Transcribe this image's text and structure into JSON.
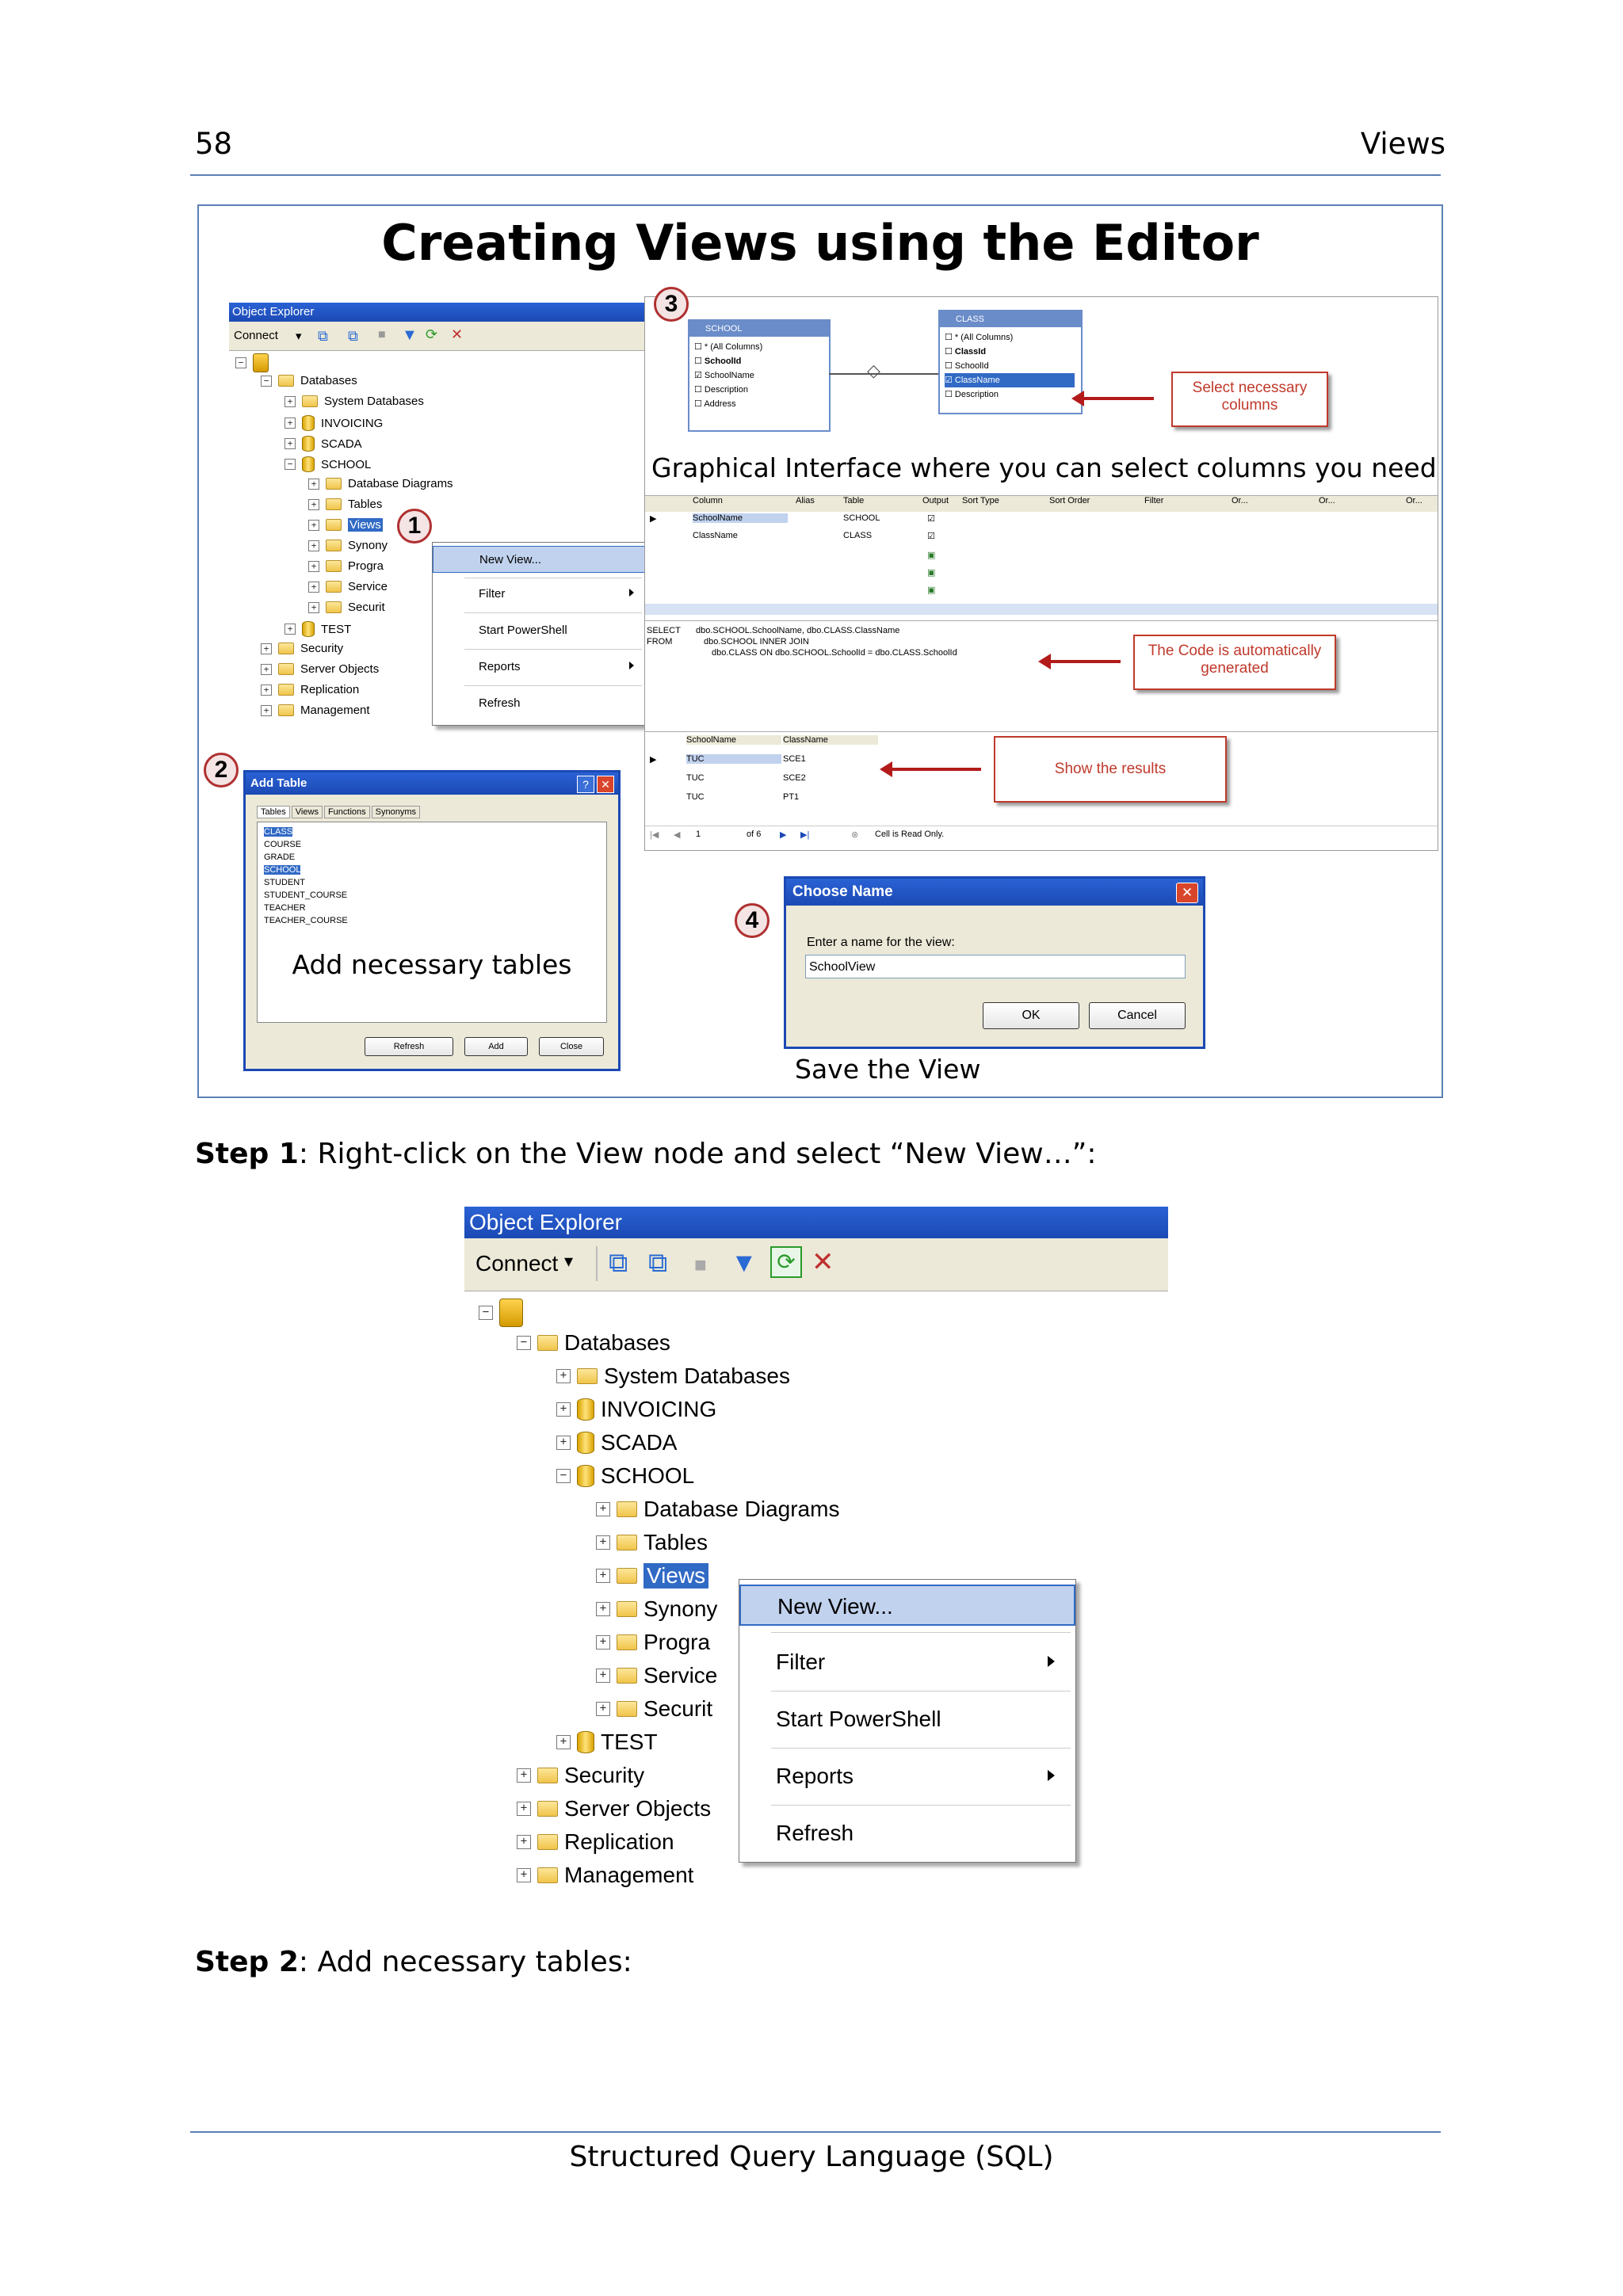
{
  "header": {
    "page_number": "58",
    "section": "Views"
  },
  "figure": {
    "title": "Creating Views using the Editor",
    "badges": [
      "1",
      "2",
      "3",
      "4"
    ],
    "object_explorer": {
      "title": "Object Explorer",
      "connect_label": "Connect",
      "tree": {
        "databases": "Databases",
        "system_databases": "System Databases",
        "invoicing": "INVOICING",
        "scada": "SCADA",
        "school": "SCHOOL",
        "database_diagrams": "Database Diagrams",
        "tables": "Tables",
        "views": "Views",
        "synonyms": "Synony",
        "programmability": "Progra",
        "service_broker": "Service",
        "security_db": "Securit",
        "test": "TEST",
        "security": "Security",
        "server_objects": "Server Objects",
        "replication": "Replication",
        "management": "Management"
      },
      "context_menu": {
        "new_view": "New View...",
        "filter": "Filter",
        "start_powershell": "Start PowerShell",
        "reports": "Reports",
        "refresh": "Refresh"
      }
    },
    "add_table": {
      "title": "Add Table",
      "tabs": [
        "Tables",
        "Views",
        "Functions",
        "Synonyms"
      ],
      "items": [
        "CLASS",
        "COURSE",
        "GRADE",
        "SCHOOL",
        "STUDENT",
        "STUDENT_COURSE",
        "TEACHER",
        "TEACHER_COURSE"
      ],
      "caption": "Add necessary tables",
      "buttons": {
        "refresh": "Refresh",
        "add": "Add",
        "close": "Close"
      }
    },
    "designer": {
      "school_table": {
        "name": "SCHOOL",
        "columns": [
          "* (All Columns)",
          "SchoolId",
          "SchoolName",
          "Description",
          "Address"
        ]
      },
      "class_table": {
        "name": "CLASS",
        "columns": [
          "* (All Columns)",
          "ClassId",
          "SchoolId",
          "ClassName",
          "Description"
        ]
      },
      "callout_columns": "Select necessary columns",
      "caption": "Graphical Interface where you can select columns you need",
      "grid_headers": [
        "Column",
        "Alias",
        "Table",
        "Output",
        "Sort Type",
        "Sort Order",
        "Filter",
        "Or...",
        "Or...",
        "Or..."
      ],
      "grid_rows": [
        {
          "column": "SchoolName",
          "table": "SCHOOL"
        },
        {
          "column": "ClassName",
          "table": "CLASS"
        }
      ],
      "sql": {
        "kw_select": "SELECT",
        "kw_from": "FROM",
        "line1": "dbo.SCHOOL.SchoolName, dbo.CLASS.ClassName",
        "line2": "dbo.SCHOOL INNER JOIN",
        "line3": "dbo.CLASS ON dbo.SCHOOL.SchoolId = dbo.CLASS.SchoolId"
      },
      "callout_code": "The Code is automatically generated",
      "results_headers": [
        "SchoolName",
        "ClassName"
      ],
      "results_rows": [
        [
          "TUC",
          "SCE1"
        ],
        [
          "TUC",
          "SCE2"
        ],
        [
          "TUC",
          "PT1"
        ]
      ],
      "callout_results": "Show the results",
      "nav": {
        "current": "1",
        "of": "of 6",
        "status": "Cell is Read Only."
      }
    },
    "choose_name": {
      "title": "Choose Name",
      "prompt": "Enter a name for the view:",
      "value": "SchoolView",
      "ok": "OK",
      "cancel": "Cancel",
      "caption": "Save the View"
    }
  },
  "step1": {
    "label": "Step 1",
    "text": ": Right-click on the View node and select “New View…”:"
  },
  "step2": {
    "label": "Step 2",
    "text": ": Add necessary tables:"
  },
  "footer": {
    "text": "Structured Query Language (SQL)"
  }
}
